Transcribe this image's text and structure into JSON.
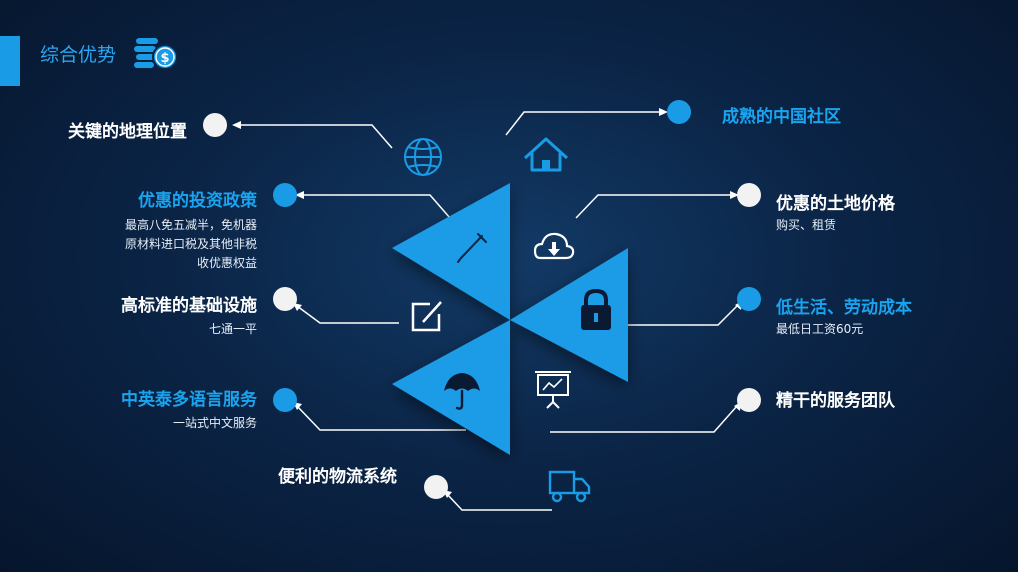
{
  "header": {
    "title": "综合优势"
  },
  "items": [
    {
      "label": "关键的地理位置",
      "sub": []
    },
    {
      "label": "优惠的投资政策",
      "sub": [
        "最高八免五减半，免机器",
        "原材料进口税及其他非税",
        "收优惠权益"
      ]
    },
    {
      "label": "高标准的基础设施",
      "sub": [
        "七通一平"
      ]
    },
    {
      "label": "中英泰多语言服务",
      "sub": [
        "一站式中文服务"
      ]
    },
    {
      "label": "便利的物流系统",
      "sub": []
    },
    {
      "label": "成熟的中国社区",
      "sub": []
    },
    {
      "label": "优惠的土地价格",
      "sub": [
        "购买、租赁"
      ]
    },
    {
      "label": "低生活、劳动成本",
      "sub": [
        "最低日工资60元"
      ]
    },
    {
      "label": "精干的服务团队",
      "sub": []
    }
  ],
  "icons": [
    "coins-dollar-icon",
    "globe-icon",
    "pen-icon",
    "edit-icon",
    "umbrella-icon",
    "home-icon",
    "cloud-download-icon",
    "lock-icon",
    "presentation-icon",
    "truck-icon"
  ],
  "colors": {
    "accent": "#1a9be6",
    "background": "#0b2547",
    "dot_white": "#f2f2f2"
  }
}
